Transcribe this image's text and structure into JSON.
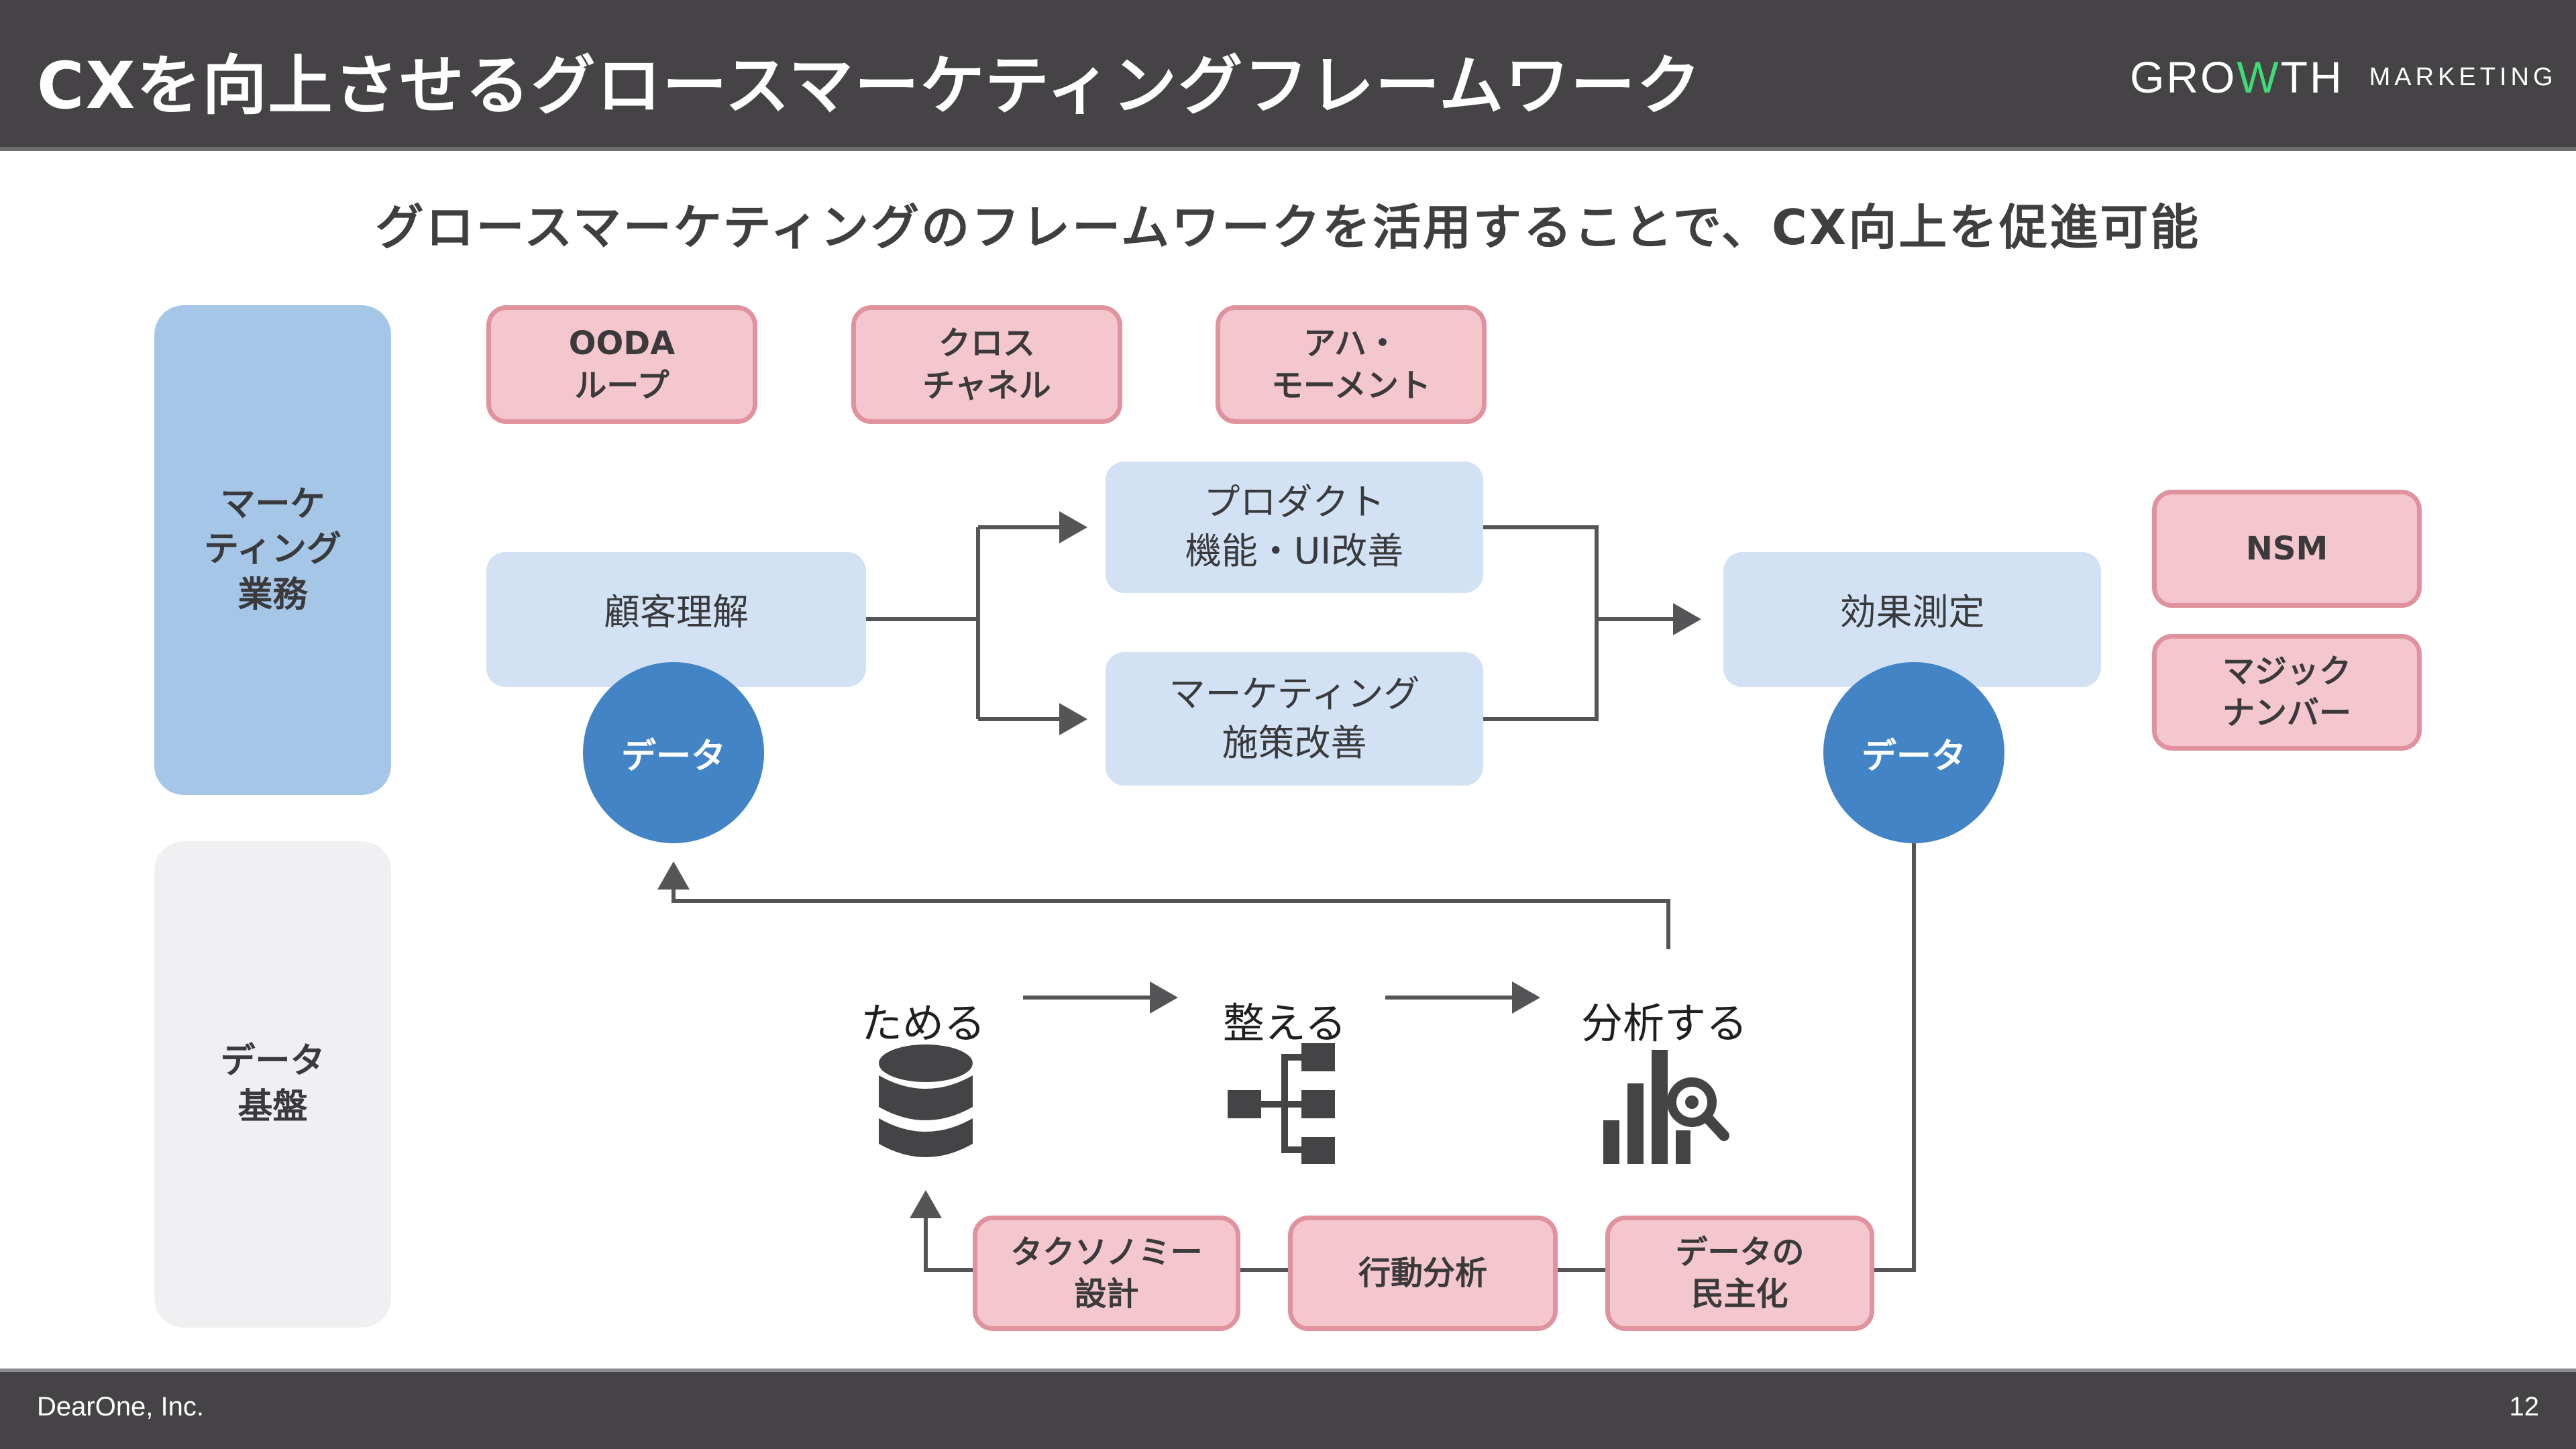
{
  "header": {
    "title": "CXを向上させるグロースマーケティングフレームワーク",
    "logo": {
      "growth_left": "GRO",
      "growth_w": "W",
      "growth_right": "TH",
      "marketing": "MARKETING",
      "accent_color": "#3ddc76"
    }
  },
  "subtitle": "グロースマーケティングのフレームワークを活用することで、CX向上を促進可能",
  "side_panels": {
    "marketing": "マーケ\nティング\n業務",
    "data": "データ\n基盤"
  },
  "top_concepts": [
    "OODA\nループ",
    "クロス\nチャネル",
    "アハ・\nモーメント"
  ],
  "flow": {
    "customer_understanding": "顧客理解",
    "product_improvement": "プロダクト\n機能・UI改善",
    "marketing_improvement": "マーケティング\n施策改善",
    "measurement": "効果測定",
    "data_circle_left": "データ",
    "data_circle_right": "データ"
  },
  "right_concepts": [
    "NSM",
    "マジック\nナンバー"
  ],
  "data_steps": [
    {
      "label": "ためる",
      "icon": "database-icon"
    },
    {
      "label": "整える",
      "icon": "hierarchy-icon"
    },
    {
      "label": "分析する",
      "icon": "chart-search-icon"
    }
  ],
  "bottom_concepts": [
    "タクソノミー\n設計",
    "行動分析",
    "データの\n民主化"
  ],
  "footer": {
    "company": "DearOne, Inc.",
    "page": "12"
  },
  "colors": {
    "header_bg": "#454346",
    "pink_fill": "#f4c6cd",
    "pink_border": "#e0939e",
    "blue_fill": "#d2e2f4",
    "side_blue": "#a5c6e7",
    "circle_blue": "#4284c6",
    "side_gray": "#f0eff1"
  }
}
